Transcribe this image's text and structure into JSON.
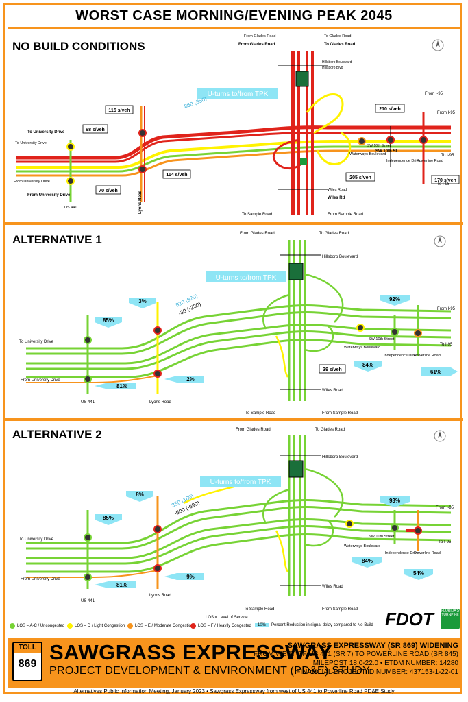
{
  "title": "WORST CASE MORNING/EVENING PEAK 2045",
  "colors": {
    "accent": "#f7941d",
    "los_ac": "#77d335",
    "los_d": "#fff200",
    "los_e": "#f7941d",
    "los_f": "#e0231b",
    "callout": "#8ee5f5"
  },
  "no_build": {
    "heading": "NO BUILD CONDITIONS",
    "uturn_label": "U-turns to/from TPK",
    "uturn_volume": "850 (850)",
    "delays": [
      "115 s/veh",
      "68 s/veh",
      "70 s/veh",
      "114 s/veh",
      "210 s/veh",
      "205 s/veh",
      "170 s/veh"
    ],
    "streets": {
      "from_glades_1": "From Glades Road",
      "from_glades_2": "From Glades Road",
      "to_glades_1": "To Glades Road",
      "to_glades_2": "To Glades Road",
      "hillsboro_1": "Hillsboro Boulevard",
      "hillsboro_2": "Hillsboro Blvd",
      "to_univ_1": "To University Drive",
      "to_univ_2": "To University Drive",
      "from_univ_1": "From University Drive",
      "from_univ_2": "From University Drive",
      "us441": "US 441",
      "lyons": "Lyons Road",
      "wiles_1": "Wiles Road",
      "wiles_2": "Wiles Rd",
      "to_sample": "To Sample Road",
      "from_sample": "From Sample Road",
      "waterways": "Waterways Boulevard",
      "sw10": "SW 10th Street",
      "sw10b": "SW 10th St",
      "independence": "Independence Drive",
      "powerline": "Powerline Road",
      "from_i95_1": "From I-95",
      "from_i95_2": "From I-95",
      "to_i95_1": "To I-95",
      "to_i95_2": "To I-95"
    }
  },
  "alt1": {
    "heading": "ALTERNATIVE 1",
    "uturn_label": "U-turns to/from TPK",
    "uturn_volume": "820 (820)",
    "uturn_change": "-30 (-230)",
    "percents": [
      "3%",
      "85%",
      "81%",
      "2%",
      "92%",
      "84%",
      "61%"
    ],
    "delay": "39 s/veh",
    "streets": {
      "from_glades": "From Glades Road",
      "to_glades": "To Glades Road",
      "hillsboro": "Hillsboro Boulevard",
      "to_univ": "To University Drive",
      "from_univ": "From University Drive",
      "us441": "US 441",
      "lyons": "Lyons Road",
      "wiles": "Wiles Road",
      "to_sample": "To Sample Road",
      "from_sample": "From Sample Road",
      "waterways": "Waterways Boulevard",
      "sw10": "SW 10th Street",
      "independence": "Independence Drive",
      "powerline": "Powerline Road",
      "from_i95": "From I-95",
      "to_i95": "To I-95"
    }
  },
  "alt2": {
    "heading": "ALTERNATIVE 2",
    "uturn_label": "U-turns to/from TPK",
    "uturn_volume": "350 (160)",
    "uturn_change": "-500 (-690)",
    "percents": [
      "8%",
      "85%",
      "81%",
      "9%",
      "93%",
      "84%",
      "54%"
    ],
    "streets": {
      "from_glades": "From Glades Road",
      "to_glades": "To Glades Road",
      "hillsboro": "Hillsboro Boulevard",
      "to_univ": "To University Drive",
      "from_univ": "From University Drive",
      "us441": "US 441",
      "lyons": "Lyons Road",
      "wiles": "Wiles Road",
      "to_sample": "To Sample Road",
      "from_sample": "From Sample Road",
      "waterways": "Waterways Boulevard",
      "sw10": "SW 10th Street",
      "independence": "Independence Drive",
      "powerline": "Powerline Road",
      "from_i95": "From I-95",
      "to_i95": "To I-95"
    }
  },
  "legend": {
    "title": "LOS = Level of Service",
    "ac": "LOS = A-C / Uncongested",
    "d": "LOS = D / Light Congestion",
    "e": "LOS = E / Moderate Congestion",
    "f": "LOS = F / Heavily Congested",
    "pct_sample": "10%",
    "pct_desc": "Percent Reduction in signal delay compared to No-Build"
  },
  "logos": {
    "fdot": "FDOT",
    "turnpike": "FLORIDA'S TURNPIKE",
    "toll": "TOLL",
    "route": "869"
  },
  "footer": {
    "project_name": "SAWGRASS EXPRESSWAY",
    "project_sub": "PROJECT DEVELOPMENT & ENVIRONMENT (PD&E) STUDY",
    "r1": "SAWGRASS EXPRESSWAY (SR 869) WIDENING",
    "r2": "FROM WEST OF US 441 (SR 7) TO POWERLINE ROAD (SR 845)",
    "r3": "MILEPOST 18.0-22.0 • ETDM NUMBER: 14280",
    "r4": "FINANCIAL PROJECT ID NUMBER: 437153-1-22-01",
    "bottom": "Alternatives Public Information Meeting, January 2023  •  Sawgrass Expressway from west of US 441 to Powerline Road PD&E Study"
  }
}
